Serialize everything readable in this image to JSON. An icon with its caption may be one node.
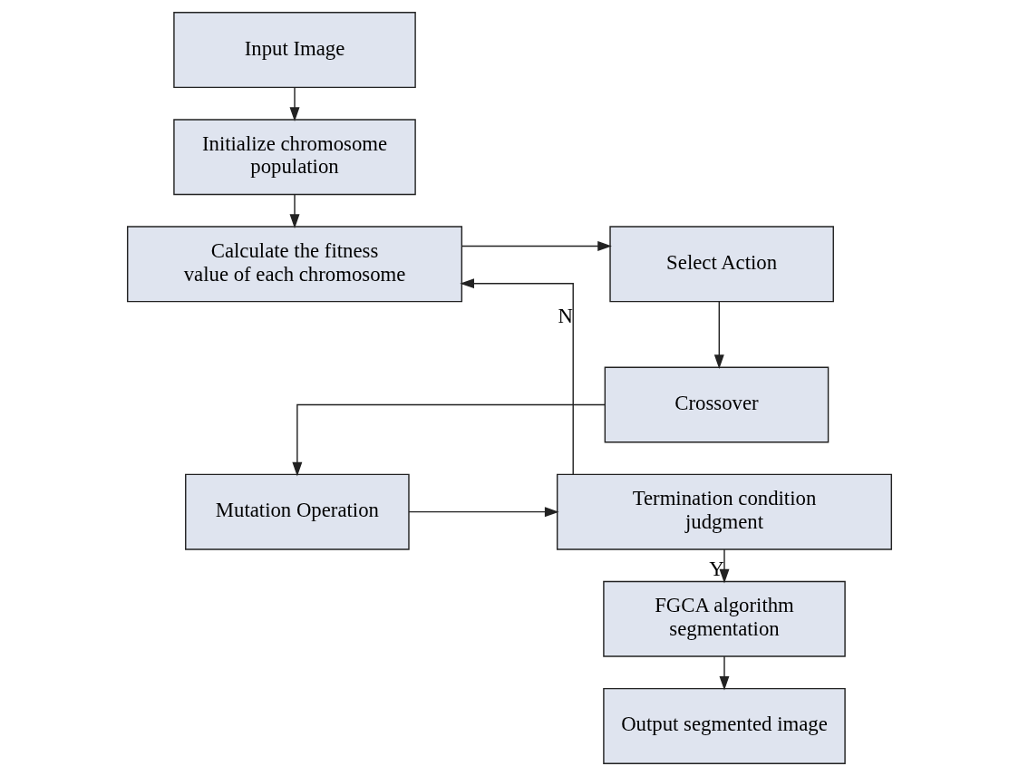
{
  "diagram": {
    "nodes": [
      {
        "text": [
          "Input Image"
        ]
      },
      {
        "text": [
          "Initialize chromosome population"
        ]
      },
      {
        "text": [
          "Calculate the fitness value of each chromosome"
        ]
      },
      {
        "text": [
          "Select Action"
        ]
      },
      {
        "text": [
          "Crossover"
        ]
      },
      {
        "text": [
          "Mutation Operation"
        ]
      },
      {
        "text": [
          "Termination condition judgment"
        ]
      },
      {
        "text": [
          "FGCA algorithm segmentation"
        ]
      },
      {
        "text": [
          "Output segmented image"
        ]
      }
    ],
    "edges": [
      {
        "from": 0,
        "to": 1,
        "arrow": "to"
      },
      {
        "from": 1,
        "to": 2,
        "arrow": "to"
      },
      {
        "from": 2,
        "to": 3,
        "arrow": "to"
      },
      {
        "from": 3,
        "to": 4,
        "arrow": "to"
      },
      {
        "from": 4,
        "to": 5,
        "arrow": "to"
      },
      {
        "from": 5,
        "to": 6,
        "arrow": "to"
      },
      {
        "from": 6,
        "to": 2,
        "arrow": "to",
        "label": "N"
      },
      {
        "from": 6,
        "to": 7,
        "arrow": "to",
        "label": "Y"
      },
      {
        "from": 7,
        "to": 8,
        "arrow": "to"
      }
    ]
  }
}
